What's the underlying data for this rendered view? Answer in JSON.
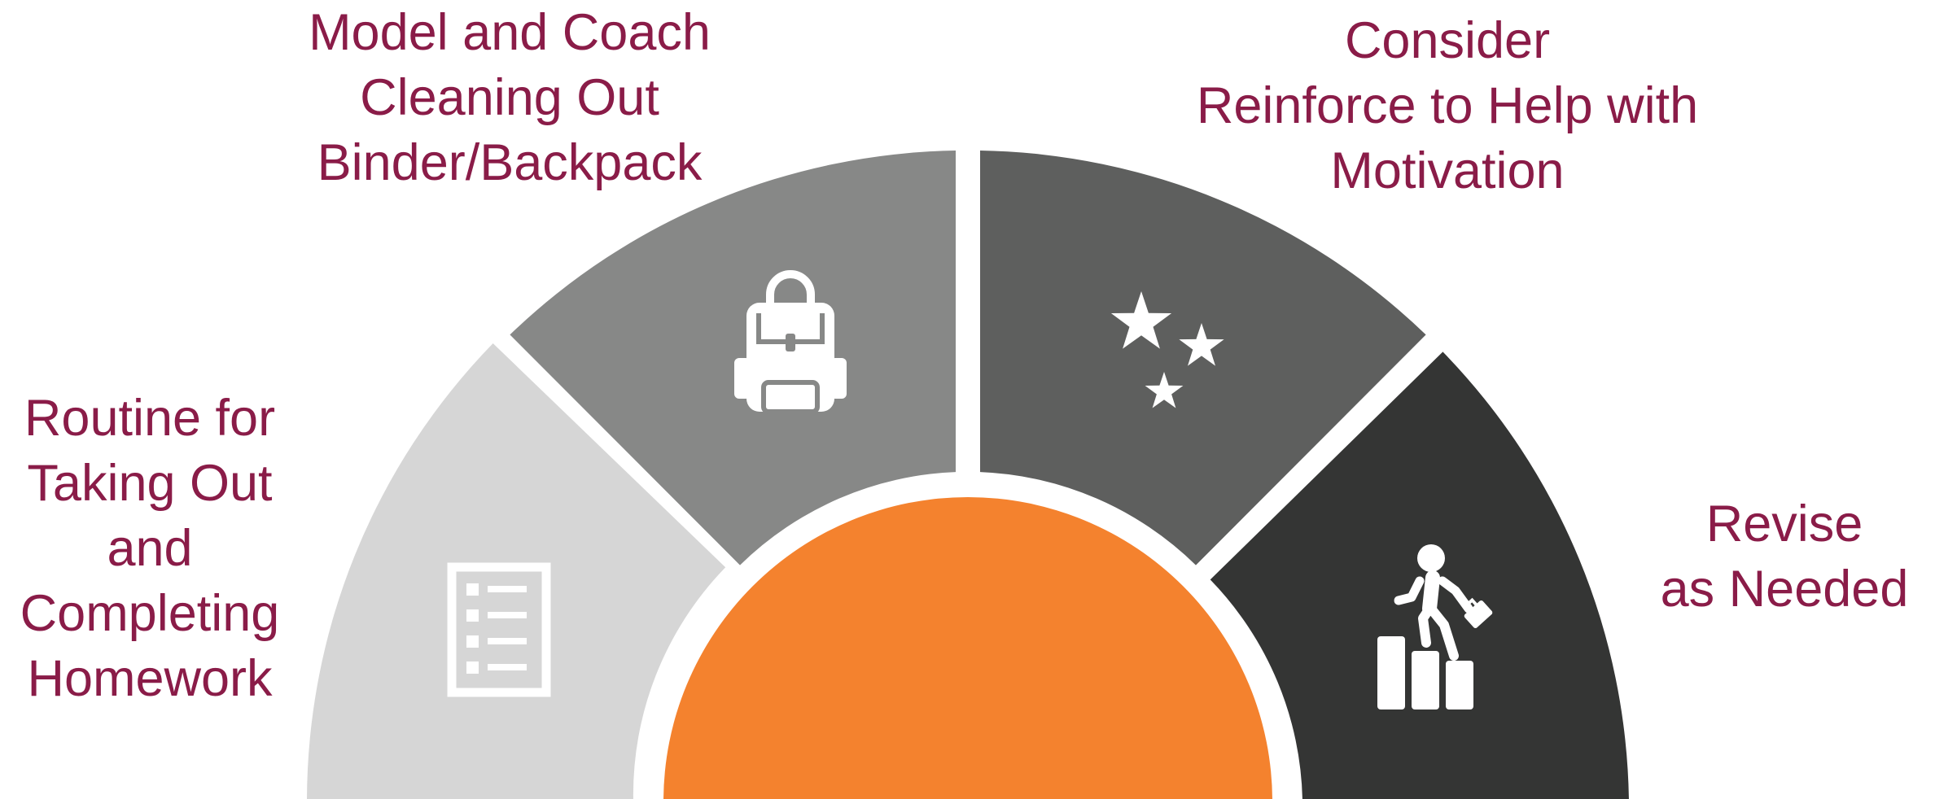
{
  "colors": {
    "background": "#ffffff",
    "label_text": "#8a1c48",
    "center": "#f4822e",
    "icon": "#ffffff"
  },
  "segments": [
    {
      "id": "homework-routine",
      "label_lines": [
        "Routine for",
        "Taking Out",
        "and",
        "Completing",
        "Homework"
      ],
      "color": "#d6d6d6",
      "icon": "checklist-icon"
    },
    {
      "id": "model-coach",
      "label_lines": [
        "Model and Coach",
        "Cleaning Out",
        "Binder/Backpack"
      ],
      "color": "#878887",
      "icon": "backpack-icon"
    },
    {
      "id": "reinforce",
      "label_lines": [
        "Consider",
        "Reinforce to Help with",
        "Motivation"
      ],
      "color": "#5e5f5e",
      "icon": "stars-icon"
    },
    {
      "id": "revise",
      "label_lines": [
        "Revise",
        "as Needed"
      ],
      "color": "#343534",
      "icon": "climbing-steps-icon"
    }
  ]
}
